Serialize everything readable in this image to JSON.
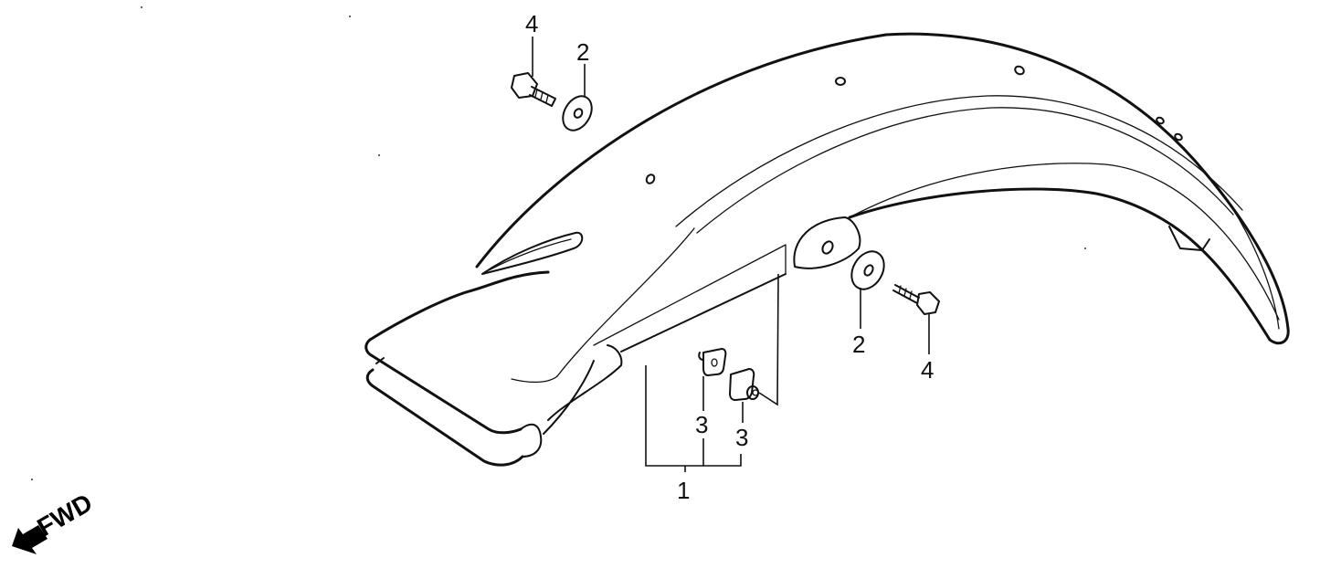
{
  "diagram": {
    "subject": "Rear fender exploded parts view",
    "direction_indicator": {
      "label": "FWD",
      "icon": "arrow-down-left-icon"
    },
    "callouts": [
      {
        "id": "callout-4-top",
        "number": "4",
        "part": "flange bolt"
      },
      {
        "id": "callout-2-top",
        "number": "2",
        "part": "rubber washer"
      },
      {
        "id": "callout-2-right",
        "number": "2",
        "part": "rubber washer"
      },
      {
        "id": "callout-4-right",
        "number": "4",
        "part": "flange bolt"
      },
      {
        "id": "callout-3-left",
        "number": "3",
        "part": "clip nut"
      },
      {
        "id": "callout-3-right",
        "number": "3",
        "part": "clip nut with grommet"
      },
      {
        "id": "callout-1",
        "number": "1",
        "part": "rear fender assembly"
      }
    ],
    "colors": {
      "line": "#111111",
      "background": "#ffffff"
    }
  }
}
